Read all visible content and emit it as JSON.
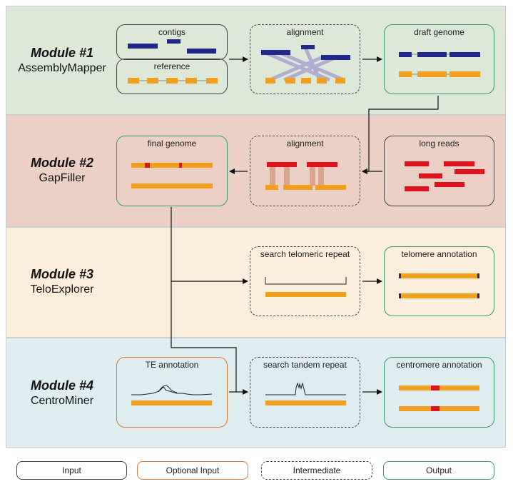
{
  "colors": {
    "module1_bg": "#dde8d9",
    "module2_bg": "#ecd0c6",
    "module3_bg": "#fbeedc",
    "module4_bg": "#dfedf1",
    "orange": "#f0a01e",
    "navy": "#22288a",
    "red": "#e0121e",
    "lavender": "#a9a3cf",
    "salmon": "#dba48e",
    "input_border": "#444444",
    "output_border": "#3a9a6a",
    "optional_border": "#e07a3a"
  },
  "modules": [
    {
      "title": "Module #1",
      "name": "AssemblyMapper"
    },
    {
      "title": "Module #2",
      "name": "GapFiller"
    },
    {
      "title": "Module #3",
      "name": "TeloExplorer"
    },
    {
      "title": "Module #4",
      "name": "CentroMiner"
    }
  ],
  "boxes": {
    "contigs": "contigs",
    "reference": "reference",
    "alignment1": "alignment",
    "draft_genome": "draft genome",
    "final_genome": "final genome",
    "alignment2": "alignment",
    "long_reads": "long reads",
    "search_telomeric": "search telomeric repeat",
    "telomere_annotation": "telomere annotation",
    "te_annotation": "TE annotation",
    "search_tandem": "search tandem repeat",
    "centromere_annotation": "centromere annotation"
  },
  "legend": {
    "input": "Input",
    "optional_input": "Optional Input",
    "intermediate": "Intermediate",
    "output": "Output"
  }
}
